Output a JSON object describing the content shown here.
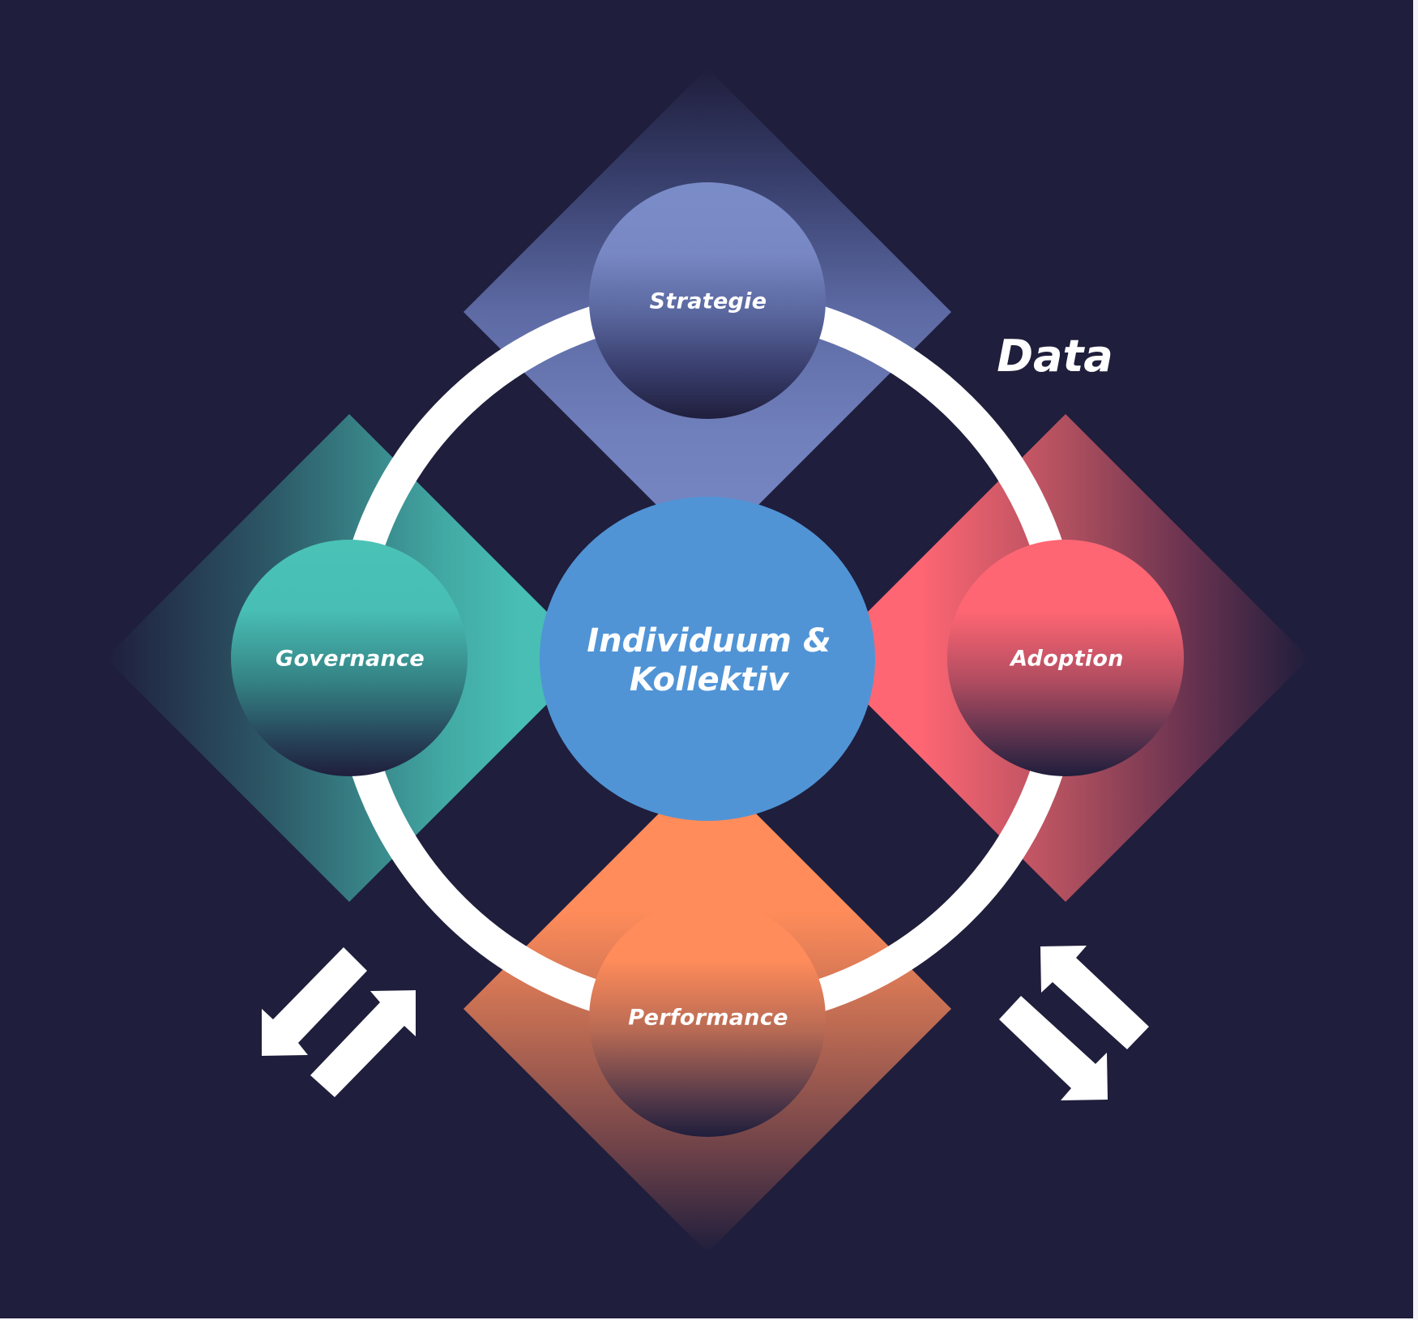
{
  "diagram": {
    "title_label": "Data",
    "center": {
      "line1": "Individuum &",
      "line2": "Kollektiv",
      "color": "#5094d6"
    },
    "nodes": [
      {
        "id": "strategie",
        "label": "Strategie",
        "position": "top",
        "color": "#7888c4"
      },
      {
        "id": "governance",
        "label": "Governance",
        "position": "left",
        "color": "#48beb4"
      },
      {
        "id": "adoption",
        "label": "Adoption",
        "position": "right",
        "color": "#ff6673"
      },
      {
        "id": "performance",
        "label": "Performance",
        "position": "bottom",
        "color": "#ff8c5a"
      }
    ],
    "ring_color": "#ffffff",
    "background_color": "#1f1e3c",
    "icons": {
      "left_arrows": "bidirectional-diagonal-arrows-icon",
      "right_arrows": "bidirectional-diagonal-arrows-icon"
    }
  }
}
